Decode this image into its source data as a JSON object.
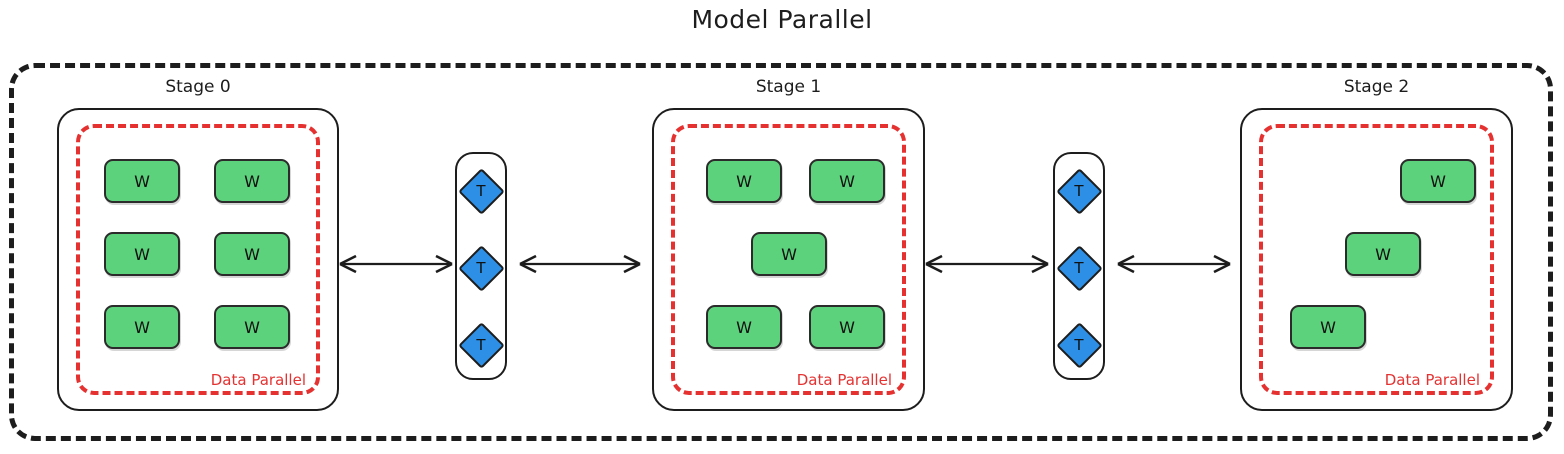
{
  "diagram": {
    "title": "Model Parallel",
    "outer_frame_name": "Model Parallel",
    "colors": {
      "worker_fill": "#5dd27c",
      "tensor_fill": "#2d8fe5",
      "data_parallel_border": "#e53231",
      "model_parallel_border": "#1d1d1d",
      "node_stroke": "#2b2b2b",
      "background": "#ffffff"
    },
    "stages": [
      {
        "label": "Stage 0",
        "data_parallel_label": "Data Parallel",
        "workers": [
          {
            "label": "W"
          },
          {
            "label": "W"
          },
          {
            "label": "W"
          },
          {
            "label": "W"
          },
          {
            "label": "W"
          },
          {
            "label": "W"
          }
        ]
      },
      {
        "label": "Stage 1",
        "data_parallel_label": "Data Parallel",
        "workers": [
          {
            "label": "W"
          },
          {
            "label": "W"
          },
          {
            "label": "W"
          },
          {
            "label": "W"
          },
          {
            "label": "W"
          }
        ]
      },
      {
        "label": "Stage 2",
        "data_parallel_label": "Data Parallel",
        "workers": [
          {
            "label": "W"
          },
          {
            "label": "W"
          },
          {
            "label": "W"
          }
        ]
      }
    ],
    "tensor_columns": [
      {
        "nodes": [
          {
            "label": "T"
          },
          {
            "label": "T"
          },
          {
            "label": "T"
          }
        ]
      },
      {
        "nodes": [
          {
            "label": "T"
          },
          {
            "label": "T"
          },
          {
            "label": "T"
          }
        ]
      }
    ],
    "connectors": [
      {
        "style": "double-headed"
      },
      {
        "style": "double-headed"
      },
      {
        "style": "double-headed"
      },
      {
        "style": "double-headed"
      }
    ]
  }
}
